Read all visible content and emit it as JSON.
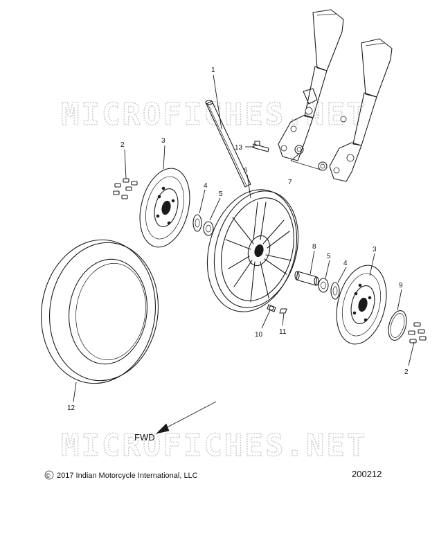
{
  "watermark": {
    "text": "MICROFICHES.NET"
  },
  "callouts": {
    "c1": "1",
    "c2a": "2",
    "c2b": "2",
    "c3a": "3",
    "c3b": "3",
    "c4a": "4",
    "c4b": "4",
    "c5a": "5",
    "c5b": "5",
    "c6": "6",
    "c7": "7",
    "c8": "8",
    "c9": "9",
    "c10": "10",
    "c11": "11",
    "c12": "12",
    "c13": "13"
  },
  "direction_label": "FWD",
  "footer": {
    "copyright_symbol": "©",
    "copyright": "2017 Indian Motorcycle International, LLC",
    "figure_id": "200212"
  }
}
